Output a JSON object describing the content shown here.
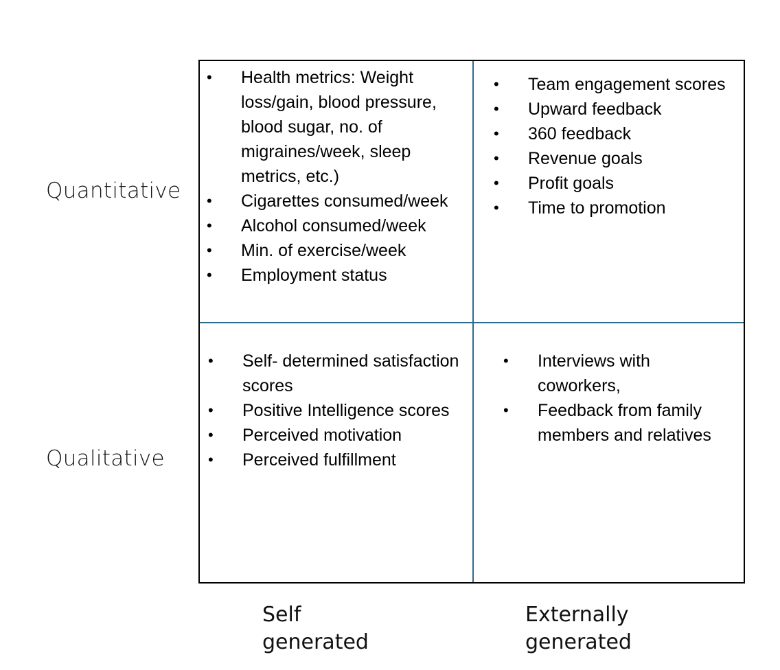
{
  "rows": {
    "quantitative": "Quantitative",
    "qualitative": "Qualitative"
  },
  "columns": {
    "self": [
      "Self",
      "generated"
    ],
    "external": [
      "Externally",
      "generated"
    ]
  },
  "quadrants": {
    "top_left": [
      "Health metrics: Weight loss/gain, blood pressure, blood sugar, no. of migraines/week, sleep metrics, etc.)",
      "Cigarettes consumed/week",
      "Alcohol consumed/week",
      "Min. of exercise/week",
      "Employment status"
    ],
    "top_right": [
      "Team engagement scores",
      "Upward feedback",
      "360 feedback",
      "Revenue goals",
      "Profit goals",
      "Time to promotion"
    ],
    "bottom_left": [
      "Self- determined satisfaction scores",
      "Positive Intelligence scores",
      "Perceived motivation",
      "Perceived fulfillment"
    ],
    "bottom_right": [
      "Interviews with coworkers,",
      "Feedback from family members and relatives"
    ]
  },
  "bullet_glyph": "•",
  "colors": {
    "divider": "#2e6a8e",
    "border": "#000000"
  }
}
